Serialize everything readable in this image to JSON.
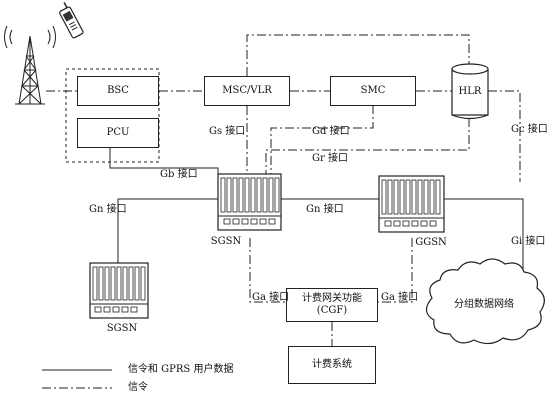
{
  "nodes": {
    "bsc": "BSC",
    "pcu": "PCU",
    "msc_vlr": "MSC/VLR",
    "smc": "SMC",
    "hlr": "HLR",
    "sgsn_main": "SGSN",
    "ggsn": "GGSN",
    "sgsn_second": "SGSN",
    "cgf_line1": "计费网关功能",
    "cgf_line2": "(CGF)",
    "billing": "计费系统",
    "pdn": "分组数据网络"
  },
  "interfaces": {
    "gs": "Gs 接口",
    "gd": "Gd 接口",
    "gr": "Gr 接口",
    "gc": "Gc 接口",
    "gb": "Gb 接口",
    "gn_left": "Gn 接口",
    "gn_mid": "Gn 接口",
    "gi": "Gi 接口",
    "ga_left": "Ga 接口",
    "ga_right": "Ga 接口"
  },
  "legend": {
    "solid": "信令和 GPRS 用户数据",
    "dashed": "信令"
  }
}
